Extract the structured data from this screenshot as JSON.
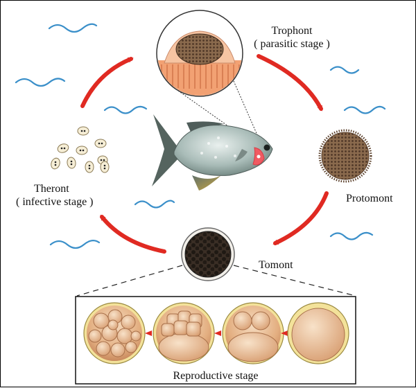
{
  "stages": {
    "trophont": {
      "name": "Trophont",
      "note": "( parasitic stage )"
    },
    "protomont": {
      "name": "Protomont"
    },
    "tomont": {
      "name": "Tomont"
    },
    "theront": {
      "name": "Theront",
      "note": "( infective stage )"
    },
    "reproductive": {
      "name": "Reproductive stage"
    }
  },
  "colors": {
    "arrow": "#e02a22",
    "water": "#3a8fc9",
    "cyst_fill": "#e8b98f",
    "cyst_shell": "#f3e29a",
    "tomont_dark": "#2e241c",
    "protomont": "#7a5a40"
  }
}
